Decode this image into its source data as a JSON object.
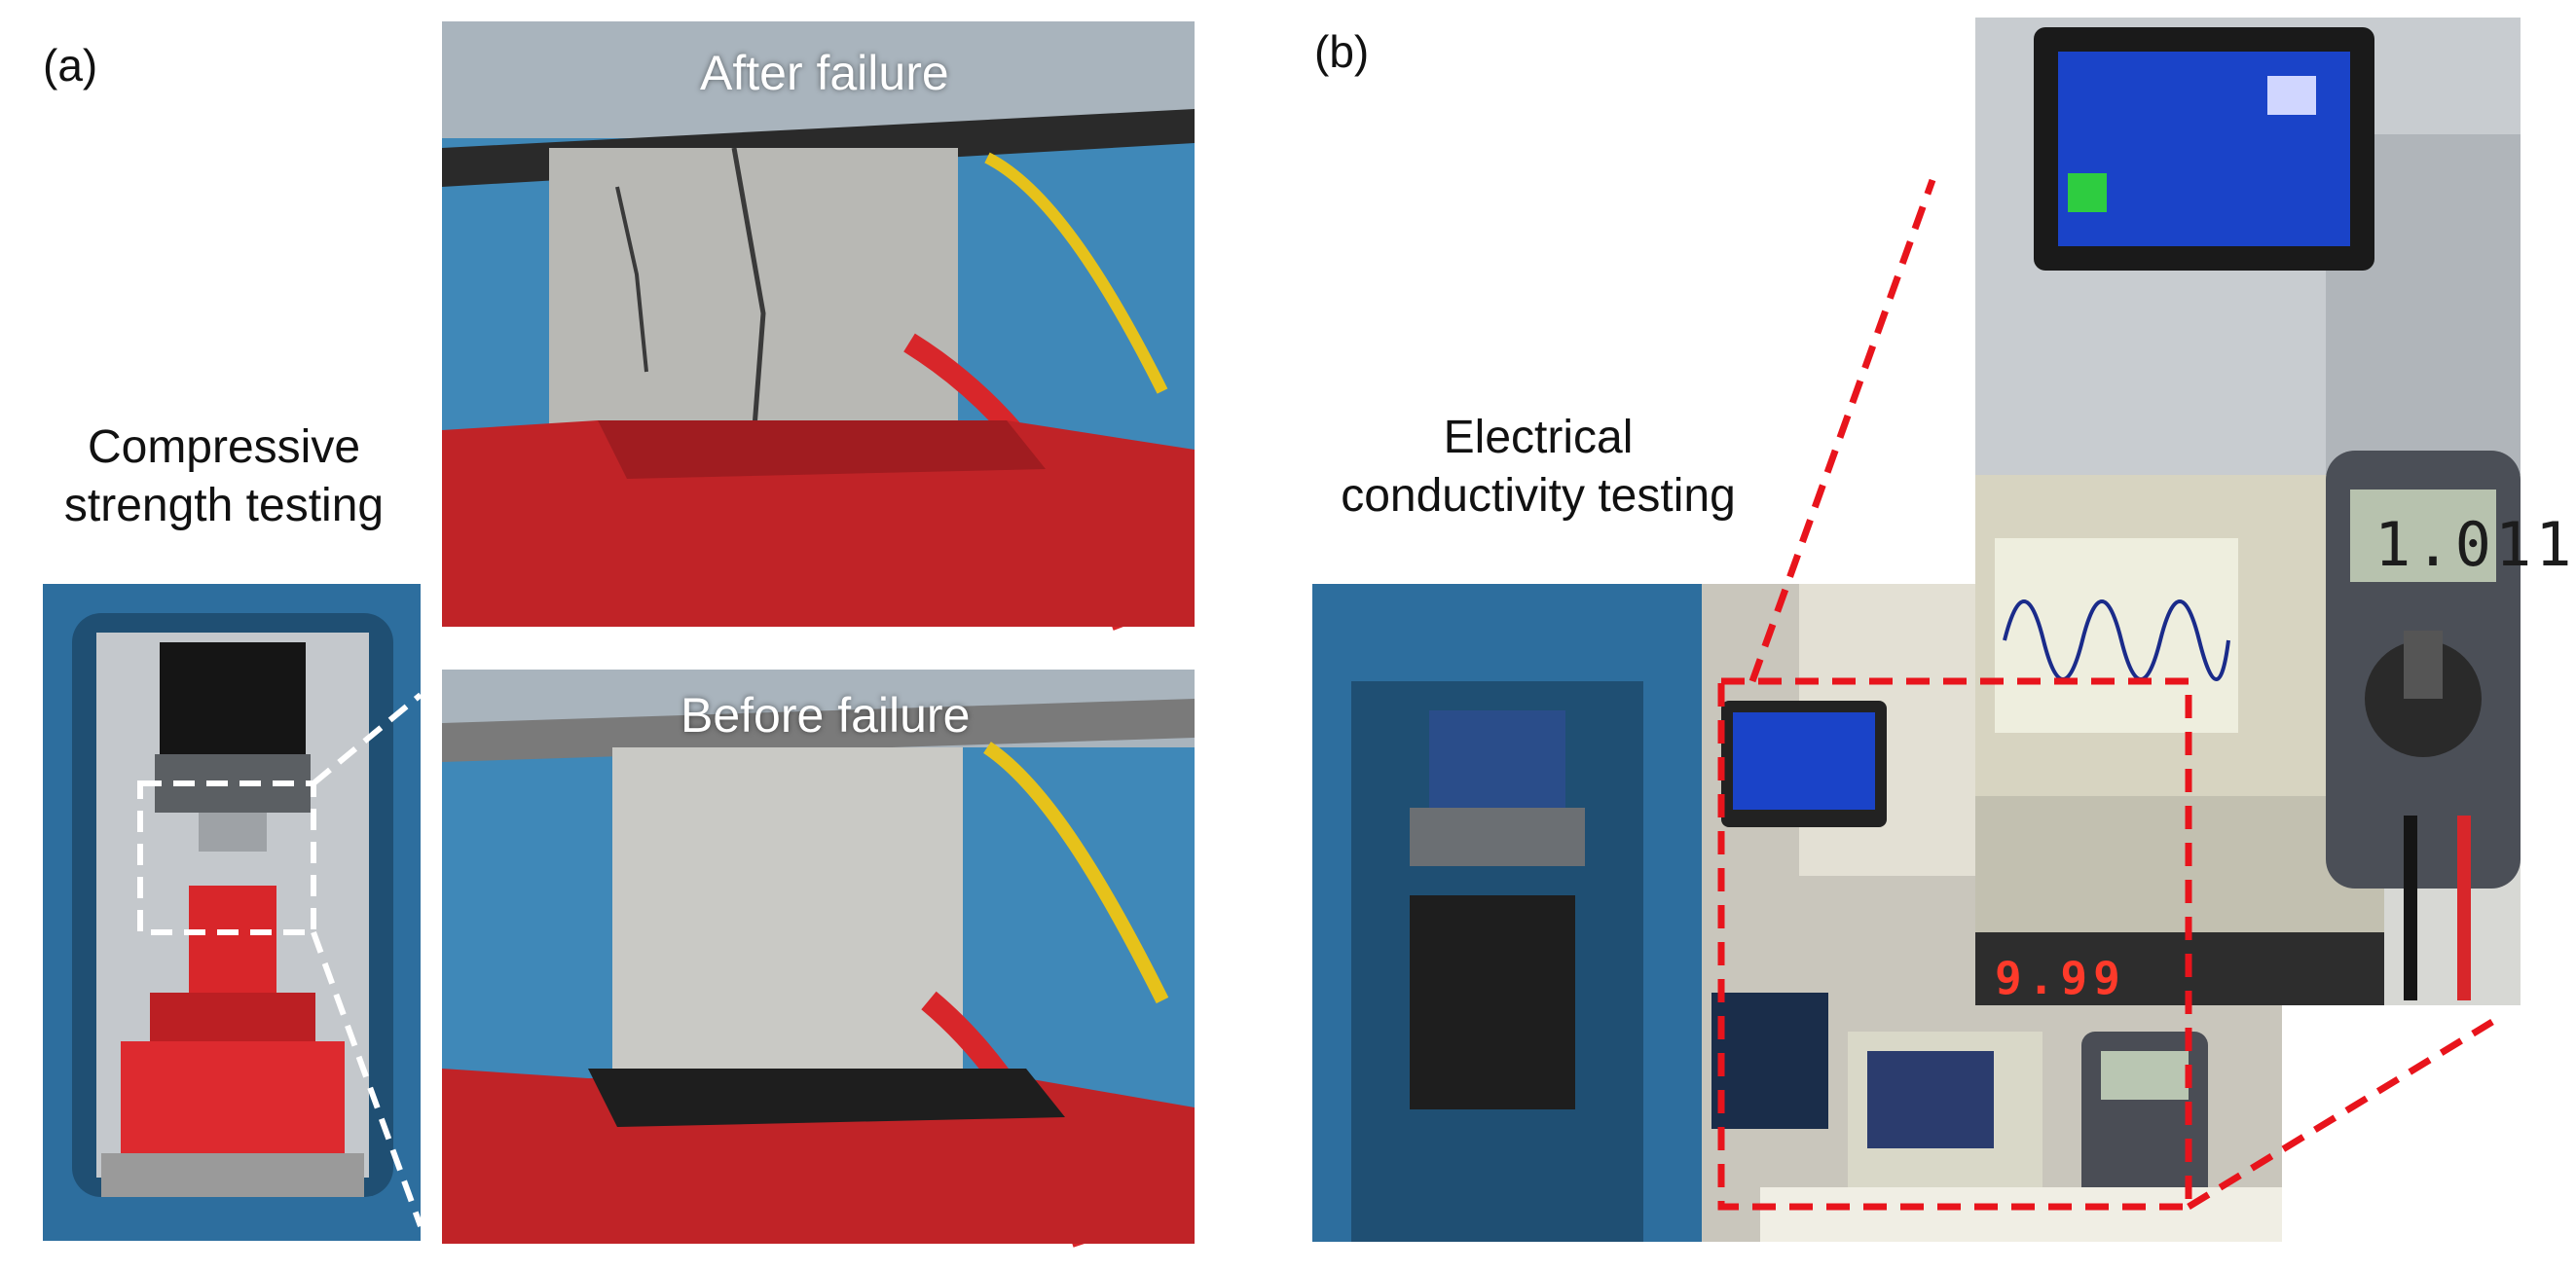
{
  "panel_a": {
    "label": "(a)",
    "caption_line1": "Compressive",
    "caption_line2": "strength testing",
    "top_photo_label": "After failure",
    "bottom_photo_label": "Before failure"
  },
  "panel_b": {
    "label": "(b)",
    "caption_line1": "Electrical",
    "caption_line2": "conductivity testing",
    "multimeter_readout": "1.011",
    "generator_readout": "9.99"
  },
  "colors": {
    "press_blue": "#2e74a8",
    "press_red": "#c8242a",
    "callout_red": "#e8141c",
    "screen_blue": "#1a43c8"
  }
}
